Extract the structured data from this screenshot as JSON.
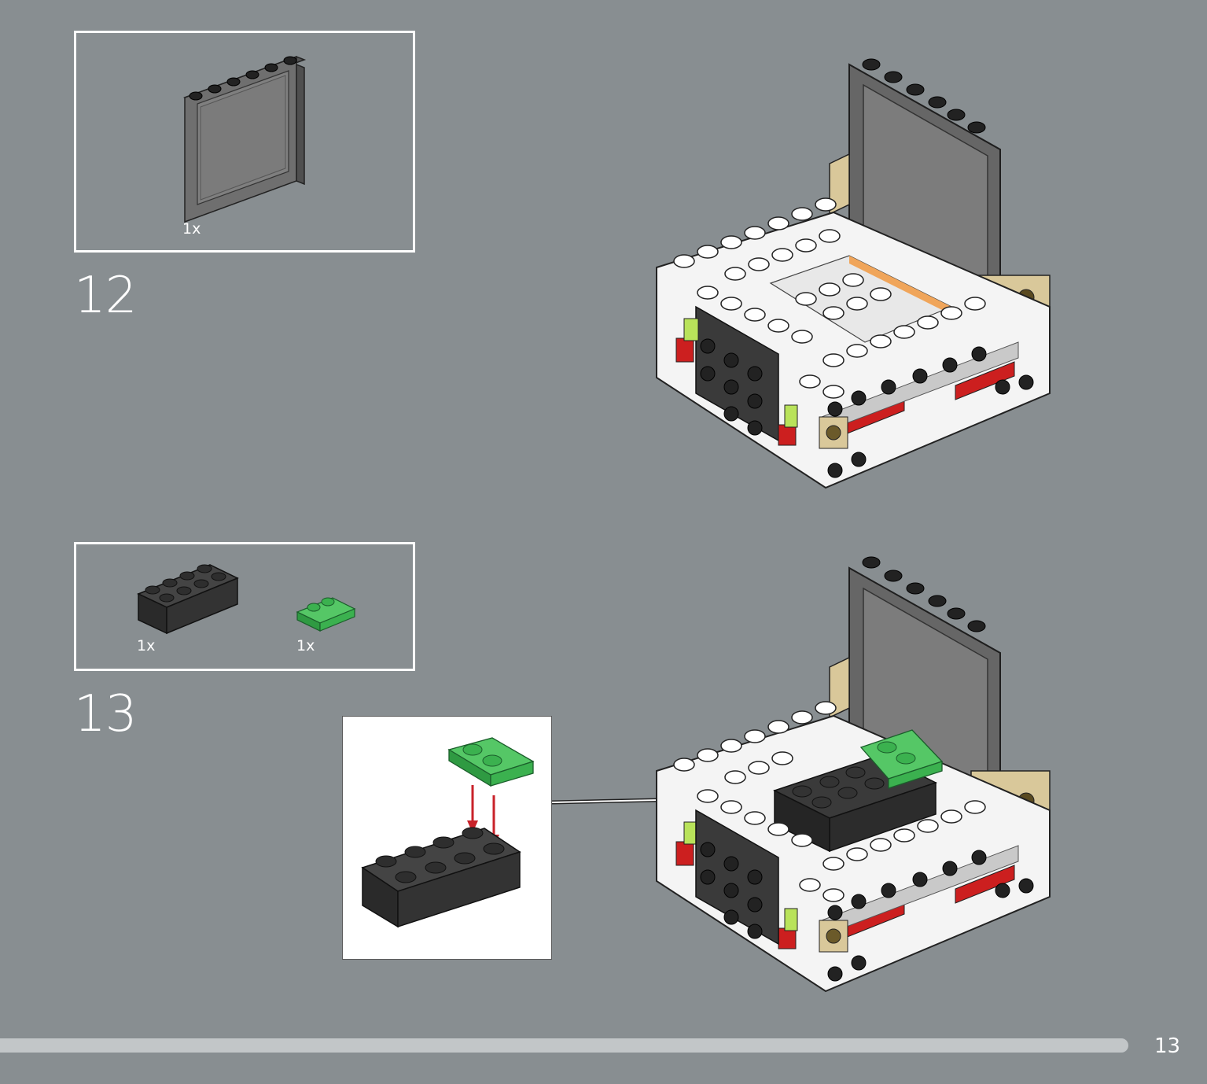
{
  "steps": [
    {
      "number": "12",
      "parts": [
        {
          "name": "black panel 1x6x5",
          "quantity": "1x",
          "color": "#6c6c6c"
        }
      ]
    },
    {
      "number": "13",
      "parts": [
        {
          "name": "black brick 2x4",
          "quantity": "1x",
          "color": "#2e2e2e"
        },
        {
          "name": "green plate 1x2 with rail",
          "quantity": "1x",
          "color": "#3bb14f"
        }
      ]
    }
  ],
  "page": {
    "number": "13"
  },
  "colors": {
    "background": "#888e91",
    "white_brick": "#f4f4f4",
    "black_brick": "#2e2e2e",
    "tan_brick": "#d9c89a",
    "green_plate": "#3bb14f",
    "red_element": "#cc1f1f",
    "lime_element": "#b9e35a",
    "orange_element": "#f0a55a",
    "arrow_red": "#c8222a"
  }
}
